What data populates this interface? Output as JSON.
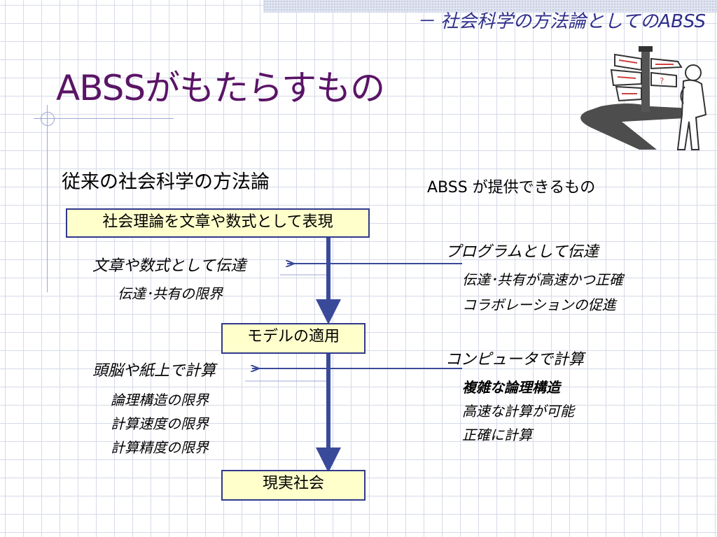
{
  "header": {
    "subtitle": "－  社会科学の方法論としてのABSS",
    "title": "ABSSがもたらすもの"
  },
  "left_heading": "従来の社会科学の方法論",
  "right_heading": "ABSS が提供できるもの",
  "flow": {
    "box1": "社会理論を文章や数式として表現",
    "box2": "モデルの適用",
    "box3": "現実社会"
  },
  "left_notes": {
    "group1": {
      "label": "文章や数式として伝達",
      "items": [
        "伝達･共有の限界"
      ]
    },
    "group2": {
      "label": "頭脳や紙上で計算",
      "items": [
        "論理構造の限界",
        "計算速度の限界",
        "計算精度の限界"
      ]
    }
  },
  "right_notes": {
    "group1": {
      "label": "プログラムとして伝達",
      "items": [
        "伝達･共有が高速かつ正確",
        "コラボレーションの促進"
      ]
    },
    "group2": {
      "label": "コンピュータで計算",
      "items": [
        "複雑な論理構造",
        "高速な計算が可能",
        "正確に計算"
      ]
    }
  },
  "colors": {
    "title": "#5a1466",
    "subtitle": "#2e2e8c",
    "box_fill": "#ffffcc",
    "arrow": "#3a4a9a"
  },
  "clipart": "signpost-person-icon"
}
